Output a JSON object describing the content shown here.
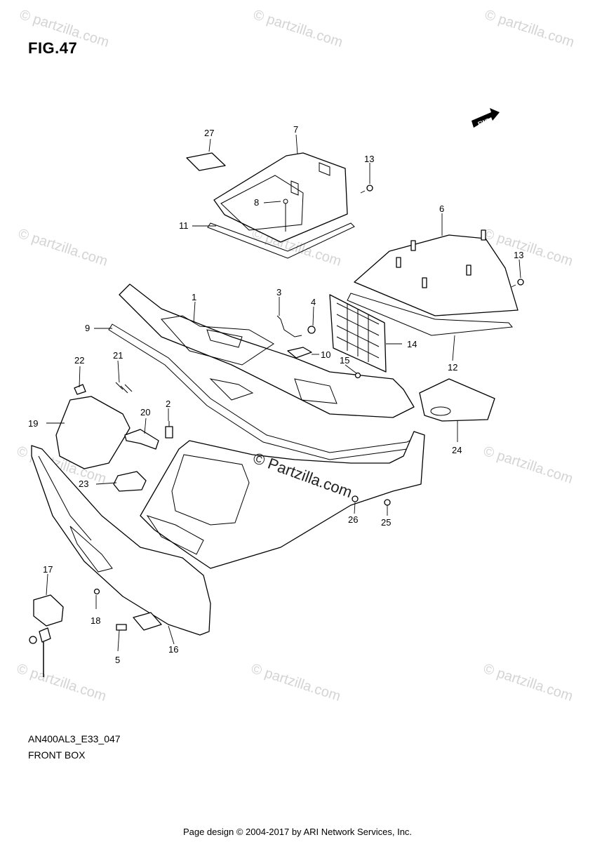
{
  "figure": {
    "title": "FIG.47",
    "model_code": "AN400AL3_E33_047",
    "caption": "FRONT BOX"
  },
  "footer": "Page design © 2004-2017 by ARI Network Services, Inc.",
  "watermark": {
    "text": "© partzilla.com",
    "center_text": "© Partzilla.com",
    "color": "#d4d4d4"
  },
  "direction_marker": "FWD",
  "callouts": [
    {
      "label": "1"
    },
    {
      "label": "2"
    },
    {
      "label": "3"
    },
    {
      "label": "4"
    },
    {
      "label": "5"
    },
    {
      "label": "6"
    },
    {
      "label": "7"
    },
    {
      "label": "8"
    },
    {
      "label": "9"
    },
    {
      "label": "10"
    },
    {
      "label": "11"
    },
    {
      "label": "12"
    },
    {
      "label": "13"
    },
    {
      "label": "13"
    },
    {
      "label": "14"
    },
    {
      "label": "15"
    },
    {
      "label": "16"
    },
    {
      "label": "17"
    },
    {
      "label": "18"
    },
    {
      "label": "19"
    },
    {
      "label": "20"
    },
    {
      "label": "21"
    },
    {
      "label": "22"
    },
    {
      "label": "23"
    },
    {
      "label": "24"
    },
    {
      "label": "25"
    },
    {
      "label": "26"
    },
    {
      "label": "27"
    }
  ]
}
